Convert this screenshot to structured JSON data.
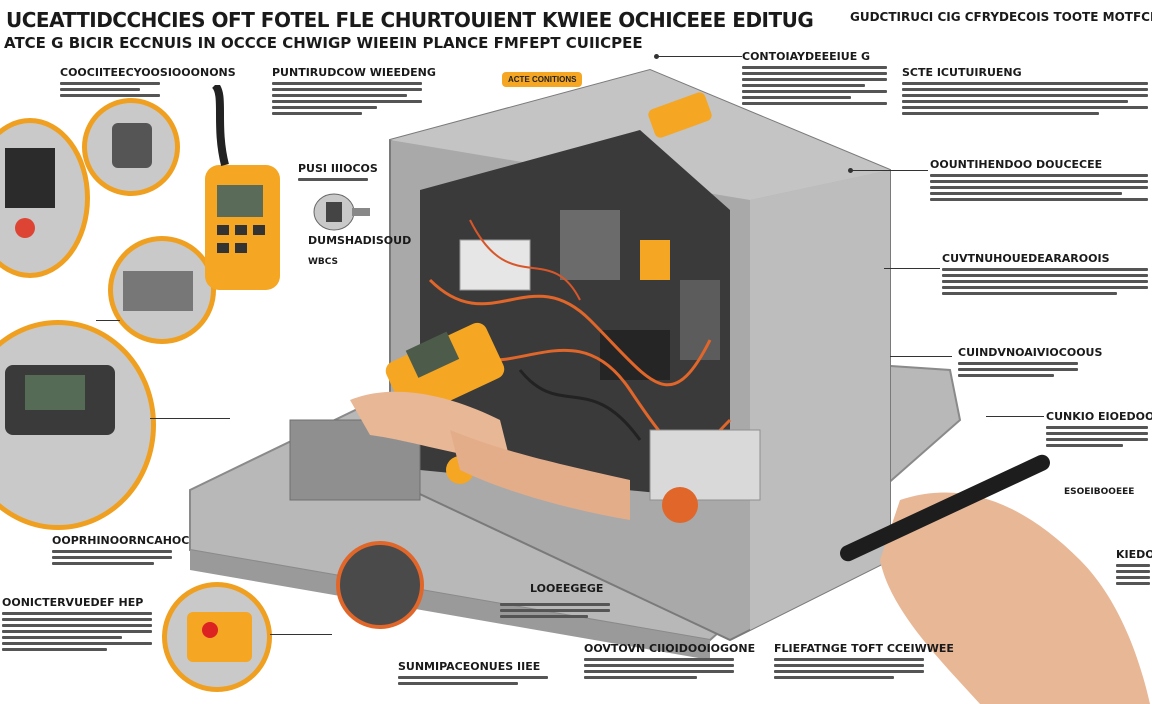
{
  "title": {
    "main": "UCEATTIDCCHCIES OFT FOTEL FLE CHURTOUIENT KWIEE OCHICEEE EDITUG",
    "sub": "ATCE G BICIR ECCNUIS IN OCCCE CHWIGP WIEEIN PLANCE FMFEPT CUIICPEE",
    "right": "GUDCTIRUCI CIG CFRYDECOIS TOOTE MOTFCIPES"
  },
  "callouts": {
    "top_left": "COOCIITEECYOOSIOOONONS",
    "meter": "PUNTIRUDCOW WIEEDENG",
    "probe": "PUSI IIIOCOS",
    "plugs": "DUMSHADISOUD",
    "plugs_note": "WBCS",
    "top_center": "CONTOIAYDEEEIUE G",
    "top_right": "SCTE ICUTUIRUENG",
    "control": "OOUNTIHENDOO DOUCECEE",
    "wiring": "CUVTNUHOUEDEARAROOIS",
    "relay": "CUINDVNOAIVIOCOOUS",
    "board": "CUNKIO EIOEDOOOR",
    "note_right": "ESOEIBOOEEE",
    "right_edge": "KIEDO",
    "lower_left": "OOPRHINOORNCAHOC",
    "tools": "OONICTERVUEDEF HEP",
    "motor": "LOOEEGEGE",
    "summary": "SUNMIPACEONUES IIEE",
    "bottom_center": "OOVTOVN CIIOIDOOIOGONE",
    "bottom_right": "FLIEFATNGE TOFT CCEIWWEE",
    "badge": "ACTE CONITIONS"
  },
  "colors": {
    "accent": "#f5a623",
    "housing": "#a9a9a9",
    "wire": "#e0662a"
  }
}
